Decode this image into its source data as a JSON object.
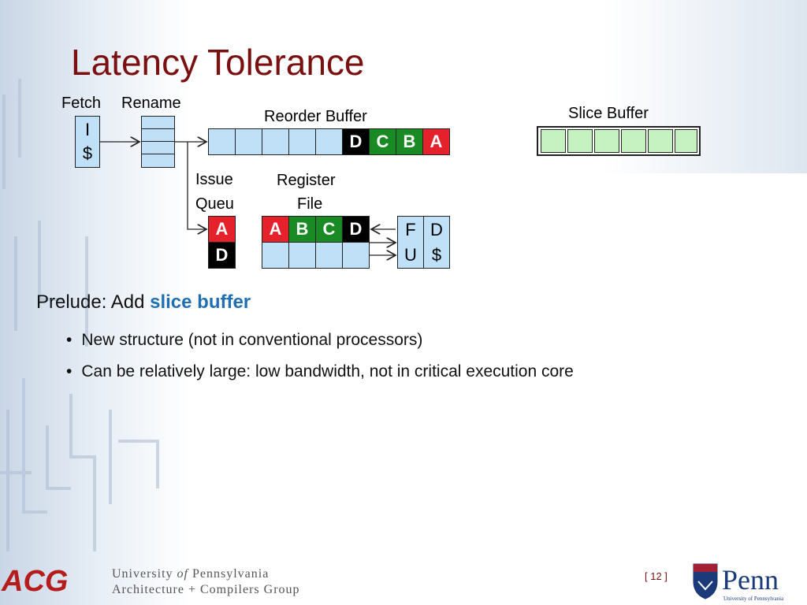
{
  "slide": {
    "title": "Latency Tolerance",
    "page_number": "[ 12 ]"
  },
  "diagram": {
    "labels": {
      "fetch": "Fetch",
      "rename": "Rename",
      "reorder_buffer": "Reorder Buffer",
      "slice_buffer": "Slice Buffer",
      "issue_queue_line1": "Issue",
      "issue_queue_line2": "Queu",
      "register_file_line1": "Register",
      "register_file_line2": "File"
    },
    "icache": {
      "line1": "I",
      "line2": "$"
    },
    "fu": {
      "line1": "F",
      "line2": "U"
    },
    "dcache": {
      "line1": "D",
      "line2": "$"
    },
    "reorder_entries": [
      "D",
      "C",
      "B",
      "A"
    ],
    "issue_queue_entries": [
      "A",
      "D"
    ],
    "register_file_entries": [
      "A",
      "B",
      "C",
      "D"
    ],
    "colors": {
      "red": "#e5222b",
      "green": "#1a8a24",
      "black": "#000000",
      "blue_cell": "#bfe0f7",
      "slice_cell": "#c6f2c2"
    }
  },
  "content": {
    "heading_prefix": "Prelude: Add ",
    "heading_highlight": "slice buffer",
    "bullets": [
      "New structure (not in conventional processors)",
      "Can be relatively large: low bandwidth, not in critical execution core"
    ]
  },
  "footer": {
    "acg_logo": "ACG",
    "university_part1": "University ",
    "university_of": "of",
    "university_part2": " Pennsylvania",
    "department": "Architecture + Compilers Group",
    "penn_logo": "Penn",
    "penn_sub": "University of Pennsylvania"
  }
}
